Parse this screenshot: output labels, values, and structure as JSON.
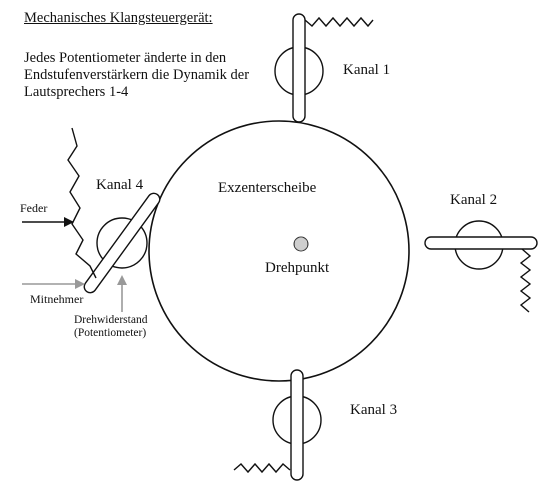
{
  "title": "Mechanisches Klangsteuergerät:",
  "description": "Jedes Potentiometer änderte in den Endstufenverstärkern die Dynamik der Lautsprechers 1-4",
  "labels": {
    "disc": "Exzenterscheibe",
    "pivot": "Drehpunkt",
    "channel1": "Kanal 1",
    "channel2": "Kanal 2",
    "channel3": "Kanal 3",
    "channel4": "Kanal 4",
    "spring": "Feder",
    "driver": "Mitnehmer",
    "potentiometer_line1": "Drehwiderstand",
    "potentiometer_line2": "(Potentiometer)"
  },
  "colors": {
    "line": "#111111",
    "arrow_grey": "#999999",
    "pivot_fill": "#bbbbbb"
  }
}
